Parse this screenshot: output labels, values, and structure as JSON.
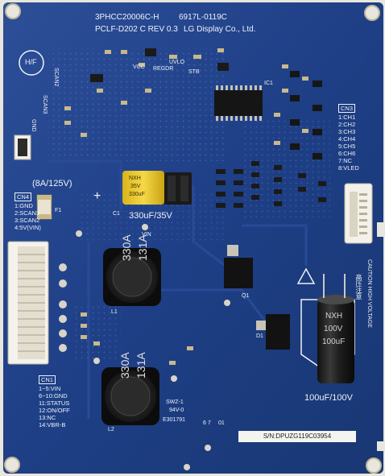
{
  "board": {
    "part_number": "3PHCC20006C-H",
    "model": "6917L-0119C",
    "revision": "PCLF-D202 C REV 0.3",
    "manufacturer": "LG Display Co., Ltd.",
    "hf_mark": "H/F",
    "fuse_rating": "(8A/125V)",
    "cap_left_rating": "330uF/35V",
    "cap_right_rating": "100uF/100V",
    "serial": "S/N:DPUZG119C03954",
    "date_code": "E301791",
    "lot": "6 7",
    "lot2": "01",
    "swz": "SWZ-1",
    "ul": "94V-0",
    "caution": "CAUTION HIGH VOLTAGE",
    "caution_jp": "高压注意",
    "colors": {
      "pcb": "#1e3f86",
      "silk": "#eef2f7",
      "pad": "#c9b98a"
    }
  },
  "labels": {
    "vcc": "VCC",
    "regdr": "REGDR",
    "uvlo": "UVLO",
    "stb": "STB",
    "vin": "VIN",
    "gnd": "GND",
    "scan2": "SCAN2",
    "scan3": "SCAN3",
    "f1": "F1",
    "c1": "C1",
    "l1": "L1",
    "l2": "L2",
    "q1": "Q1",
    "d1": "D1",
    "ic1": "IC1"
  },
  "inductors": [
    {
      "top": "330A",
      "bottom": "131A"
    },
    {
      "top": "330A",
      "bottom": "131A"
    }
  ],
  "cap_left": {
    "brand": "NXH",
    "voltage": "35V",
    "value": "330uF",
    "polarity": "+"
  },
  "cap_right": {
    "brand": "NXH",
    "voltage": "100V",
    "value": "100uF"
  },
  "cn4": {
    "title": "CN4",
    "pins": [
      "1:GND",
      "2:SCAN3",
      "3:SCAN2",
      "4:5V(VIN)"
    ]
  },
  "cn3": {
    "title": "CN3",
    "pins": [
      "1:CH1",
      "2:CH2",
      "3:CH3",
      "4:CH4",
      "5:CH5",
      "6:CH6",
      "7:NC",
      "8:VLED"
    ]
  },
  "cn1": {
    "title": "CN1",
    "pins": [
      "1~5:VIN",
      "6~10:GND",
      "11:STATUS",
      "12:ON/OFF",
      "13:NC",
      "14:VBR-B"
    ]
  }
}
